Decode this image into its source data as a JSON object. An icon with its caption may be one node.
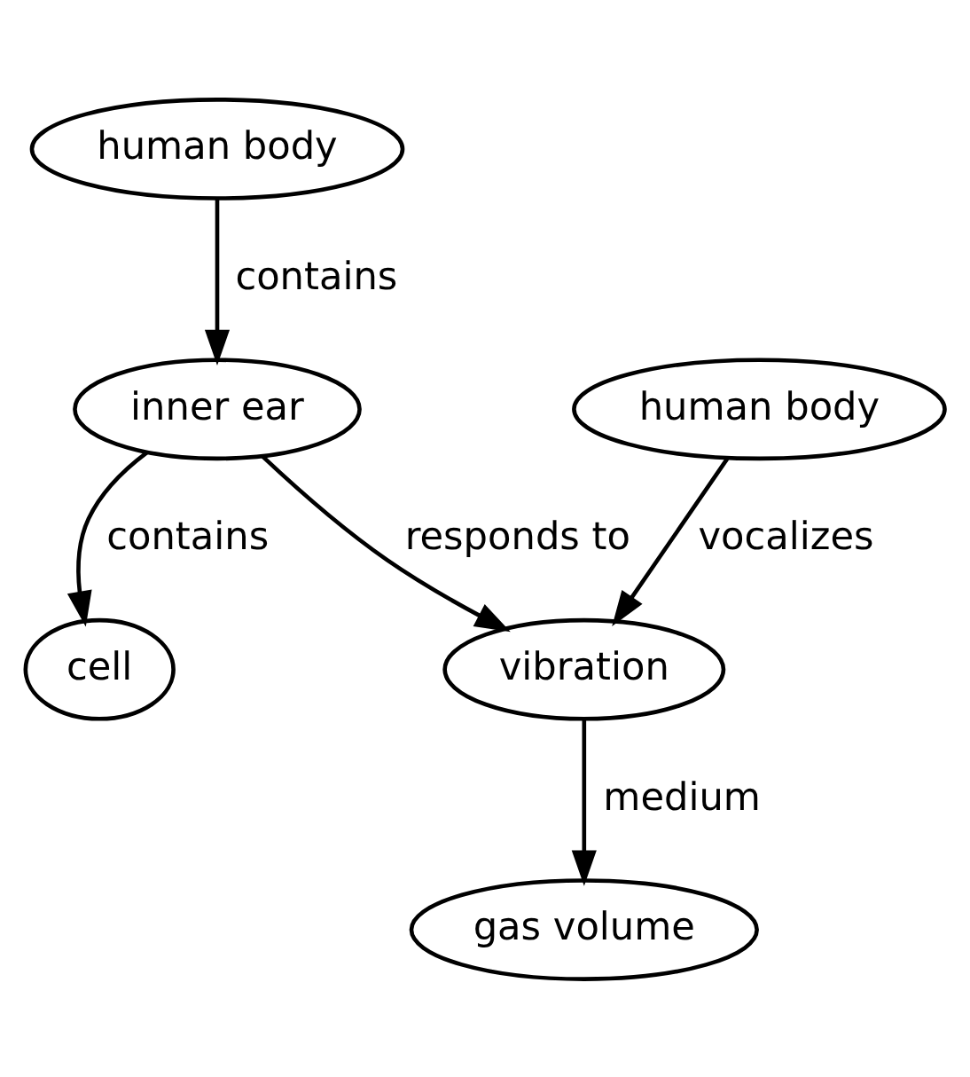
{
  "diagram": {
    "nodes": [
      {
        "text": [
          "human body"
        ]
      },
      {
        "text": [
          "human body"
        ]
      },
      {
        "text": [
          "inner ear"
        ]
      },
      {
        "text": [
          "vibration"
        ]
      },
      {
        "text": [
          "cell"
        ]
      },
      {
        "text": [
          "gas volume"
        ]
      }
    ],
    "edges": [
      {
        "from": 0,
        "to": 2,
        "arrow": "to",
        "label": "contains"
      },
      {
        "from": 1,
        "to": 3,
        "arrow": "to",
        "label": "vocalizes"
      },
      {
        "from": 2,
        "to": 3,
        "arrow": "to",
        "label": "responds to"
      },
      {
        "from": 2,
        "to": 4,
        "arrow": "to",
        "label": "contains"
      },
      {
        "from": 3,
        "to": 5,
        "arrow": "to",
        "label": "medium"
      }
    ]
  }
}
